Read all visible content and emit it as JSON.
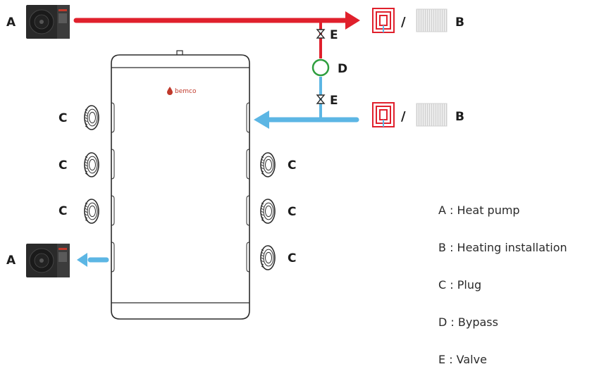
{
  "diagram": {
    "labels": {
      "heat_pump": "A",
      "heating_installation": "B",
      "plug": "C",
      "bypass": "D",
      "valve": "E",
      "separator": "/"
    },
    "brand": "bemco",
    "legend": [
      "A : Heat pump",
      "B : Heating installation",
      "C : Plug",
      "D : Bypass",
      "E : Valve"
    ],
    "colors": {
      "supply_line": "#e0202c",
      "return_line": "#5cb6e4",
      "bypass_pump": "#2e9e3e",
      "outline": "#2b2b2b",
      "underfloor_coil": "#e0202c"
    },
    "icons": [
      "heat-pump-icon",
      "underfloor-heating-icon",
      "radiator-icon",
      "valve-icon",
      "plug-icon",
      "pump-icon"
    ]
  }
}
